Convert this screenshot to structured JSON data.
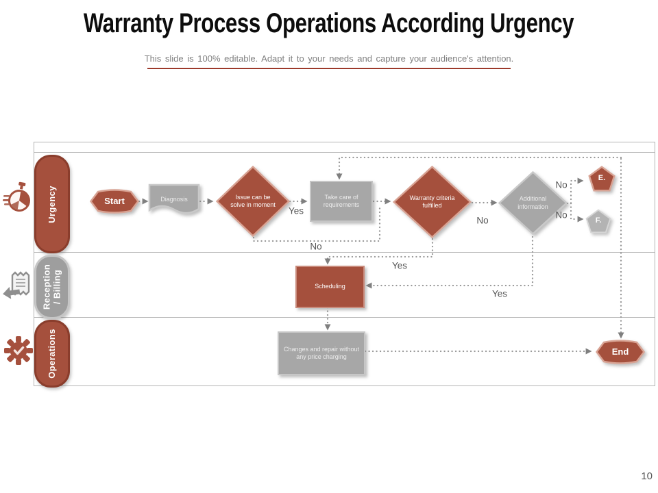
{
  "slide": {
    "title": "Warranty Process Operations According Urgency",
    "subtitle": "This slide is 100% editable. Adapt it to your needs and capture your audience's attention.",
    "page_number": "10"
  },
  "colors": {
    "accent_maroon": "#a5503d",
    "shape_gray": "#a7a7a7",
    "connector_gray": "#979797"
  },
  "lanes": [
    {
      "label": "Urgency",
      "icon": "stopwatch-icon"
    },
    {
      "label": "Reception / Billing",
      "icon": "receipt-hand-icon"
    },
    {
      "label": "Operations",
      "icon": "gear-check-icon"
    }
  ],
  "nodes": {
    "start": {
      "label": "Start",
      "type": "terminator"
    },
    "diagnosis": {
      "label": "Diagnosis",
      "type": "document"
    },
    "issue": {
      "label": "Issue can be solve in moment",
      "type": "decision"
    },
    "take_care": {
      "label": "Take care of requirements",
      "type": "process"
    },
    "warranty": {
      "label": "Warranty criteria fulfilled",
      "type": "decision"
    },
    "additional": {
      "label": "Additional information",
      "type": "decision"
    },
    "connector_e": {
      "label": "E.",
      "type": "off-page-connector"
    },
    "connector_f": {
      "label": "F.",
      "type": "off-page-connector"
    },
    "scheduling": {
      "label": "Scheduling",
      "type": "process"
    },
    "changes": {
      "label": "Changes and repair without any price charging",
      "type": "process"
    },
    "end": {
      "label": "End",
      "type": "terminator"
    }
  },
  "edge_labels": {
    "issue_yes": "Yes",
    "issue_no": "No",
    "warranty_yes": "Yes",
    "warranty_no": "No",
    "additional_yes": "Yes",
    "additional_no_e": "No",
    "additional_no_f": "No"
  }
}
